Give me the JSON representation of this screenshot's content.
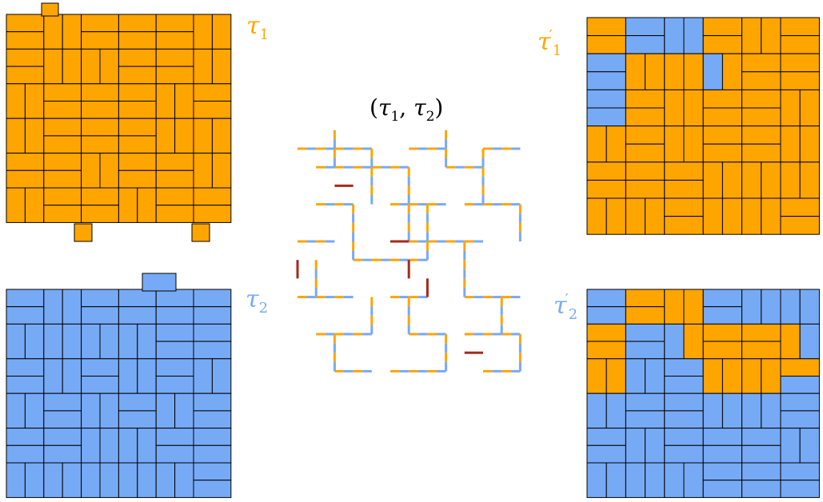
{
  "colors": {
    "orange": "#FFA500",
    "blue": "#77AAF5",
    "dark_red": "#A52A1A",
    "outline": "#000000"
  },
  "labels": {
    "tau1": {
      "sym": "τ",
      "sub": "1",
      "prime": ""
    },
    "tau2": {
      "sym": "τ",
      "sub": "2",
      "prime": ""
    },
    "tau1p": {
      "sym": "τ",
      "sub": "1",
      "prime": "′"
    },
    "tau2p": {
      "sym": "τ",
      "sub": "2",
      "prime": "′"
    },
    "pair": {
      "open": "(",
      "a": "τ",
      "a_sub": "1",
      "comma": ", ",
      "b": "τ",
      "b_sub": "2",
      "close": ")"
    }
  }
}
